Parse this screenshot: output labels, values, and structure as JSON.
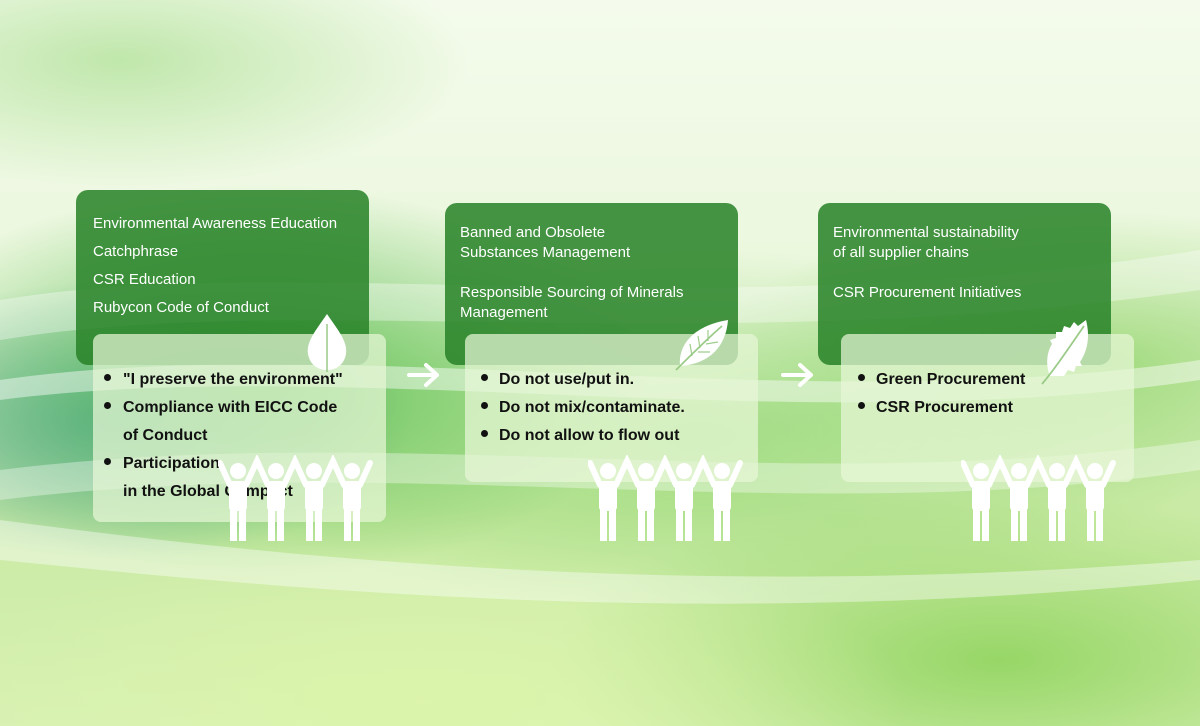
{
  "steps": [
    {
      "top_lines": [
        "Environmental Awareness Education",
        "Catchphrase",
        "CSR Education",
        "Rubycon Code of Conduct"
      ],
      "bullets": [
        {
          "lines": [
            "\"I preserve the environment\""
          ]
        },
        {
          "lines": [
            "Compliance with EICC Code",
            "of Conduct"
          ]
        },
        {
          "lines": [
            "Participation",
            "in the Global Compact"
          ]
        }
      ]
    },
    {
      "top_lines": [
        "Banned and Obsolete",
        "Substances Management",
        "",
        "Responsible Sourcing of Minerals",
        "Management"
      ],
      "bullets": [
        {
          "lines": [
            "Do not use/put in."
          ]
        },
        {
          "lines": [
            "Do not mix/contaminate."
          ]
        },
        {
          "lines": [
            "Do not allow to flow out"
          ]
        }
      ]
    },
    {
      "top_lines": [
        "Environmental sustainability",
        "of all supplier chains",
        "",
        "CSR Procurement Initiatives"
      ],
      "bullets": [
        {
          "lines": [
            "Green Procurement"
          ]
        },
        {
          "lines": [
            "CSR Procurement"
          ]
        }
      ]
    }
  ],
  "icons": {
    "leaf_1": "drop-leaf-icon",
    "leaf_2": "leaf-icon",
    "leaf_3": "serrated-leaf-icon",
    "people": "people-holding-hands-icon",
    "arrow": "arrow-right-icon"
  },
  "colors": {
    "panel_green": "#2e8a2e",
    "panel_light": "#e8f6d7",
    "text_dark": "#111111",
    "text_light": "#ffffff"
  }
}
